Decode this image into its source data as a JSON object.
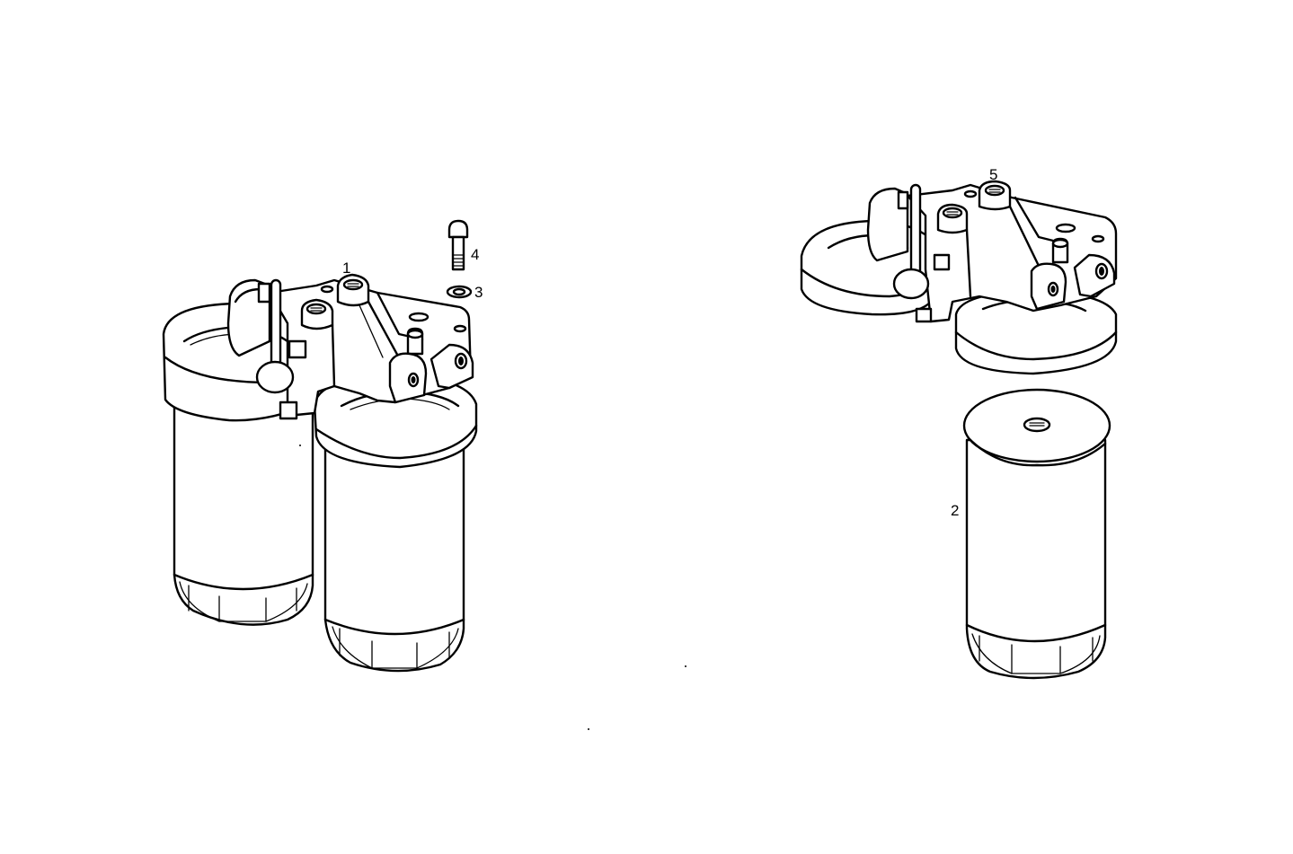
{
  "diagram": {
    "type": "exploded parts view",
    "subject": "double fuel filter assembly",
    "background_color": "#ffffff",
    "line_color": "#000000",
    "callouts": [
      {
        "id": "1",
        "label": "1",
        "part": "filter-assembly-complete"
      },
      {
        "id": "2",
        "label": "2",
        "part": "filter-cartridge"
      },
      {
        "id": "3",
        "label": "3",
        "part": "washer"
      },
      {
        "id": "4",
        "label": "4",
        "part": "bolt"
      },
      {
        "id": "5",
        "label": "5",
        "part": "filter-head"
      }
    ]
  }
}
